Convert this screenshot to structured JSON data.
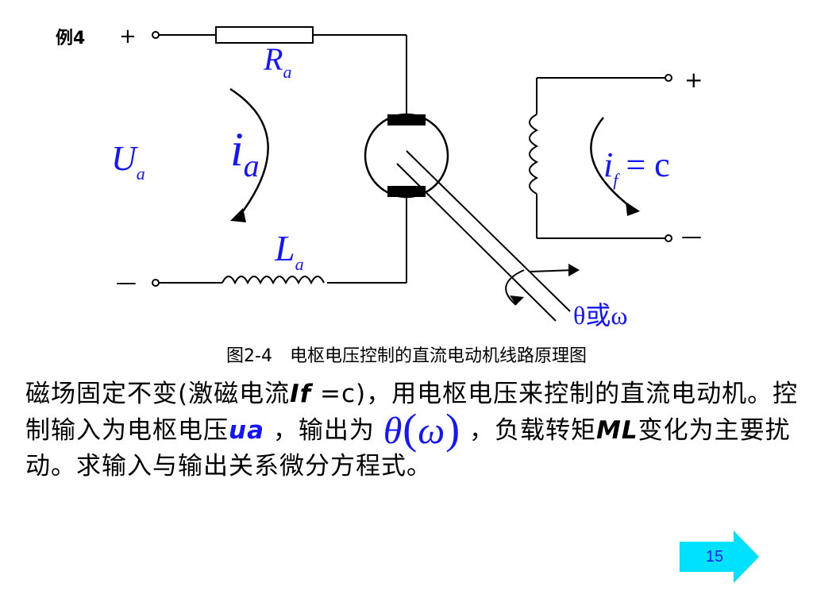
{
  "example_label": "例4",
  "diagram": {
    "plus_left": "+",
    "minus_left": "—",
    "plus_right": "+",
    "minus_right": "—",
    "label_Ra_main": "R",
    "label_Ra_sub": "a",
    "label_Ua_main": "U",
    "label_Ua_sub": "a",
    "label_ia_main": "i",
    "label_ia_sub": "a",
    "label_La_main": "L",
    "label_La_sub": "a",
    "label_if_main": "i",
    "label_if_sub": "f",
    "label_if_rest": "= c",
    "label_theta": "θ或ω",
    "colors": {
      "wire": "#000000",
      "label": "#1414ff"
    }
  },
  "caption": "图2-4　电枢电压控制的直流电动机线路原理图",
  "body": {
    "p1": "磁场固定不变(激磁电流",
    "if_symbol": "If",
    "p2": " =c)，用电枢电压来控制的直流电动机。控制输入为电枢电压",
    "ua_symbol": "ua",
    "p3": " ，输出为 ",
    "theta": "θ",
    "lparen": "(",
    "omega": "ω",
    "rparen": ")",
    "p4": " ，负载转矩",
    "ml_symbol": "ML",
    "p5": "变化为主要扰动。求输入与输出关系微分方程式。"
  },
  "page": {
    "number": "15",
    "badge_color": "#00e0ff",
    "number_color": "#1a1aff"
  }
}
